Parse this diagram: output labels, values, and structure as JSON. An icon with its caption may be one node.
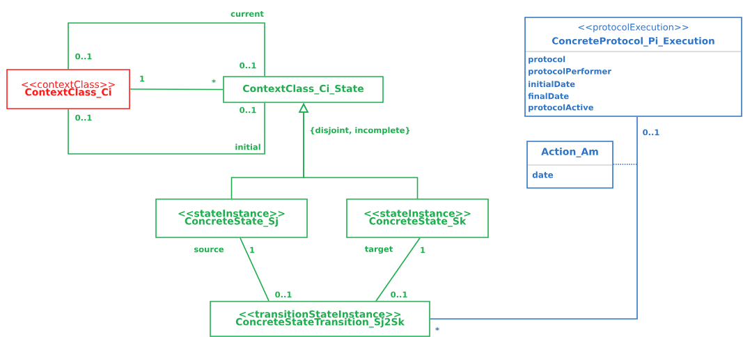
{
  "diagram": {
    "nodes": [
      {
        "text": [
          "<<contextClass>>",
          "ContextClass_Ci"
        ]
      },
      {
        "text": [
          "ContextClass_Ci_State"
        ]
      },
      {
        "text": [
          "<<stateInstance>>",
          "ConcreteState_Sj"
        ]
      },
      {
        "text": [
          "<<stateInstance>>",
          "ConcreteState_Sk"
        ]
      },
      {
        "text": [
          "<<transitionStateInstance>>",
          "ConcreteStateTransition_Sj2Sk"
        ]
      },
      {
        "text": [
          "<<protocolExecution>>",
          "ConcreteProtocol_Pi_Execution",
          "protocol",
          "protocolPerformer",
          "initialDate",
          "finalDate",
          "protocolActive"
        ]
      },
      {
        "text": [
          "Action_Am",
          "date"
        ]
      }
    ],
    "edges": [
      {
        "from": 0,
        "to": 1,
        "arrow": "none",
        "label": "current"
      },
      {
        "from": 0,
        "to": 1,
        "arrow": "none"
      },
      {
        "from": 0,
        "to": 1,
        "arrow": "none",
        "label": "initial"
      },
      {
        "from": 2,
        "to": 1,
        "arrow": "to"
      },
      {
        "from": 3,
        "to": 1,
        "arrow": "to"
      },
      {
        "from": 2,
        "to": 4,
        "arrow": "none",
        "label": "source"
      },
      {
        "from": 3,
        "to": 4,
        "arrow": "none",
        "label": "target"
      },
      {
        "from": 4,
        "to": 5,
        "arrow": "none",
        "color": "#2e74c6"
      },
      {
        "from": 6,
        "to": null,
        "arrow": "none",
        "style": "dashed",
        "color": "#2e74c6"
      }
    ],
    "labels": [
      "0..1",
      "0..1",
      "1",
      "*",
      "0..1",
      "0..1",
      "{disjoint, incomplete}",
      "0..1",
      "1",
      "1",
      "0..1",
      "0..1",
      "*"
    ]
  }
}
